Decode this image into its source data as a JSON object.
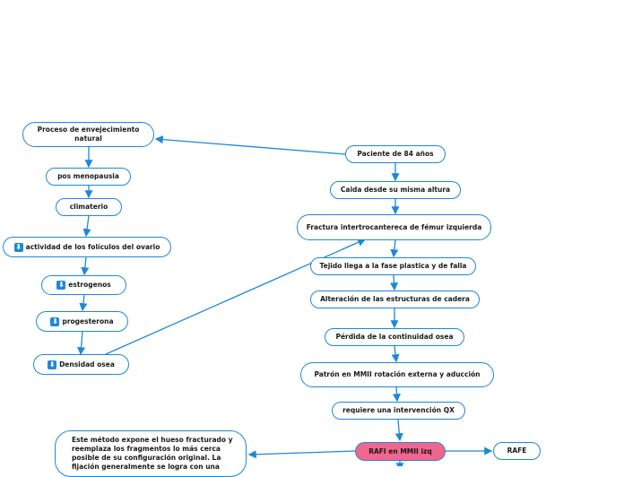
{
  "nodes": {
    "proceso": "Proceso de envejecimiento natural",
    "posmenopausia": "pos menopausia",
    "climaterio": "climaterio",
    "actividad": "actividad de los folículos del ovario",
    "estrogenos": "estrogenos",
    "progesterona": "progesterona",
    "densidad": "Densidad osea",
    "paciente": "Paciente de 84 años",
    "caida": "Caida desde su misma altura",
    "fractura": "Fractura intertrocantereca de fémur izquierda",
    "tejido": "Tejido llega a la fase plastica y de falla",
    "alteracion": "Alteración de las estructuras de cadera",
    "perdida": "Pérdida de la continuidad osea",
    "patron": "Patrón en MMII rotación externa y aducción",
    "requiere": "requiere una intervención QX",
    "rafi": "RAFI en MMII izq",
    "rafe": "RAFE",
    "descripcion": "Este método expone el hueso fracturado y reemplaza los fragmentos lo más cerca posible de su configuración original. La fijación generalmente se logra con una"
  },
  "icons": {
    "decrease": "down-arrow-icon"
  },
  "colors": {
    "line": "#1e88d8",
    "highlight": "#f0668c"
  }
}
